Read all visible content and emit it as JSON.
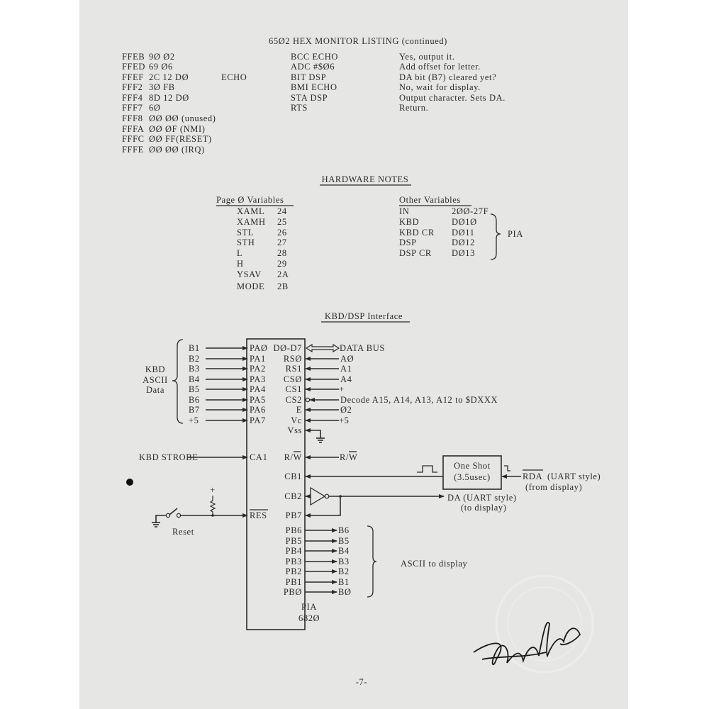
{
  "title": "65Ø2 HEX MONITOR LISTING (continued)",
  "listing": [
    {
      "addr": "FFEB",
      "bytes": "9Ø Ø2",
      "label": "",
      "instr": "BCC ECHO",
      "comment": "Yes, output it."
    },
    {
      "addr": "FFED",
      "bytes": "69 Ø6",
      "label": "",
      "instr": "ADC #$Ø6",
      "comment": "Add offset for letter."
    },
    {
      "addr": "FFEF",
      "bytes": "2C 12 DØ",
      "label": "ECHO",
      "instr": "BIT DSP",
      "comment": "DA bit (B7) cleared yet?"
    },
    {
      "addr": "FFF2",
      "bytes": "3Ø FB",
      "label": "",
      "instr": "BMI ECHO",
      "comment": "No, wait for display."
    },
    {
      "addr": "FFF4",
      "bytes": "8D 12 DØ",
      "label": "",
      "instr": "STA DSP",
      "comment": "Output character.  Sets DA."
    },
    {
      "addr": "FFF7",
      "bytes": "6Ø",
      "label": "",
      "instr": "RTS",
      "comment": "Return."
    },
    {
      "addr": "FFF8",
      "bytes": "ØØ ØØ (unused)"
    },
    {
      "addr": "FFFA",
      "bytes": "ØØ ØF (NMI)"
    },
    {
      "addr": "FFFC",
      "bytes": "ØØ FF(RESET)"
    },
    {
      "addr": "FFFE",
      "bytes": "ØØ ØØ (IRQ)"
    }
  ],
  "hardware_notes": {
    "heading": "HARDWARE NOTES",
    "page0": {
      "heading": "Page Ø Variables",
      "rows": [
        [
          "XAML",
          "24"
        ],
        [
          "XAMH",
          "25"
        ],
        [
          "STL",
          "26"
        ],
        [
          "STH",
          "27"
        ],
        [
          "L",
          "28"
        ],
        [
          "H",
          "29"
        ],
        [
          "YSAV",
          "2A"
        ],
        [
          "MODE",
          "2B"
        ]
      ]
    },
    "other": {
      "heading": "Other Variables",
      "rows": [
        [
          "IN",
          "2ØØ-27F"
        ],
        [
          "KBD",
          "DØ1Ø"
        ],
        [
          "KBD CR",
          "DØ11"
        ],
        [
          "DSP",
          "DØ12"
        ],
        [
          "DSP CR",
          "DØ13"
        ]
      ],
      "group_label": "PIA"
    }
  },
  "interface": {
    "heading": "KBD/DSP Interface",
    "kbd_label": [
      "KBD",
      "ASCII",
      "Data"
    ],
    "kbd_inputs": [
      "B1",
      "B2",
      "B3",
      "B4",
      "B5",
      "B6",
      "B7",
      "+5"
    ],
    "pa_pins": [
      "PAØ",
      "PA1",
      "PA2",
      "PA3",
      "PA4",
      "PA5",
      "PA6",
      "PA7"
    ],
    "right_pins": [
      "DØ-D7",
      "RSØ",
      "RS1",
      "CSØ",
      "CS1",
      "CS2",
      "E",
      "Vc",
      "Vss"
    ],
    "right_signals": [
      "DATA BUS",
      "AØ",
      "A1",
      "A4",
      "+",
      "Decode A15, A14, A13, A12 to $DXXX",
      "Ø2",
      "+5"
    ],
    "kbd_strobe": "KBD STROBE",
    "ca1": "CA1",
    "rw_pin": "R/W",
    "rw_signal": "R/W",
    "cb1": "CB1",
    "cb2": "CB2",
    "pb7": "PB7",
    "res": "RES",
    "reset_label": "Reset",
    "plus": "+",
    "one_shot": [
      "One Shot",
      "(3.5usec)"
    ],
    "rda": "RDA",
    "rda_rest": "(UART style)",
    "from_display": "(from display)",
    "da": "DA (UART style)",
    "to_display": "(to display)",
    "pb_pins": [
      "PB6",
      "PB5",
      "PB4",
      "PB3",
      "PB2",
      "PB1",
      "PBØ"
    ],
    "pb_outputs": [
      "B6",
      "B5",
      "B4",
      "B3",
      "B2",
      "B1",
      "BØ"
    ],
    "ascii_to_display": "ASCII to display",
    "chip": [
      "PIA",
      "682Ø"
    ]
  },
  "page_number": "-7-",
  "signature": "signature"
}
